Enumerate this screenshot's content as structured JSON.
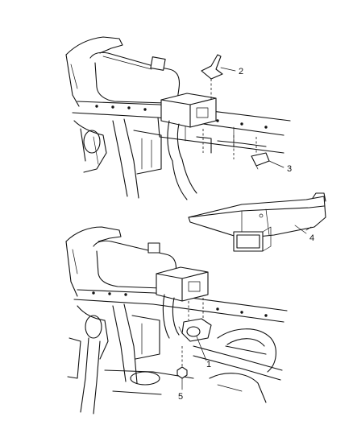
{
  "callouts": [
    {
      "id": "2",
      "label": "2"
    },
    {
      "id": "3",
      "label": "3"
    },
    {
      "id": "4",
      "label": "4"
    },
    {
      "id": "1",
      "label": "1"
    },
    {
      "id": "5",
      "label": "5"
    }
  ]
}
